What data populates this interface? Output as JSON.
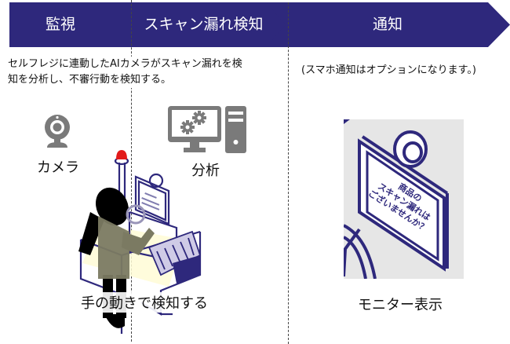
{
  "colors": {
    "step_fill": "#2e287c",
    "icon_gray": "#7a7a7a",
    "illustration_navy": "#2e287c",
    "alert_red": "#e21a1a",
    "person_black": "#000000",
    "arm_olive": "#7b7a62",
    "highlight_yellow": "#fffbd6",
    "monitor_bg": "#e6e6e6"
  },
  "steps": [
    {
      "label": "監視"
    },
    {
      "label": "スキャン漏れ検知"
    },
    {
      "label": "通知"
    }
  ],
  "descriptions": {
    "monitor_line1": "セルフレジに連動したAIカメラがスキャン漏れを検",
    "monitor_line2": "知を分析し、不審行動を検知する。",
    "notify": "(スマホ通知はオプションになります。)"
  },
  "items": {
    "camera": {
      "icon": "webcam-icon",
      "label": "カメラ"
    },
    "analysis": {
      "icon": "computer-gears-icon",
      "label": "分析"
    },
    "register": {
      "icon": "self-checkout-illustration",
      "label": "手の動きで検知する"
    },
    "monitor": {
      "icon": "monitor-closeup-illustration",
      "label": "モニター表示",
      "screen_line1": "商品の",
      "screen_line2": "スキャン漏れは",
      "screen_line3": "ございませんか？"
    }
  }
}
